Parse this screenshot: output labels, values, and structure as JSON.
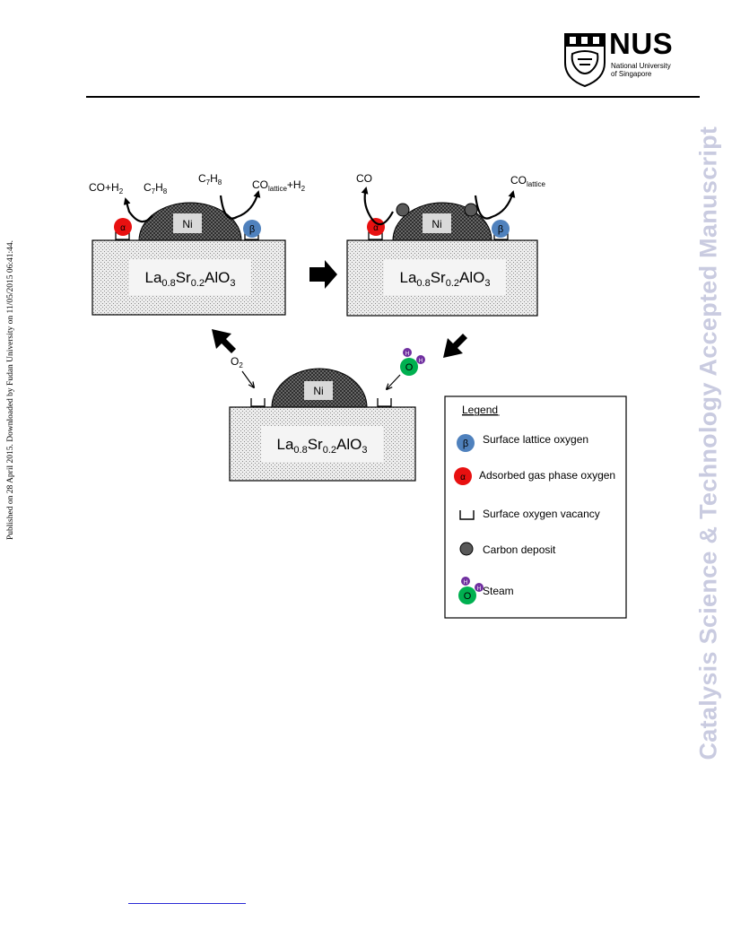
{
  "side_text_left": "Published on 28 April 2015. Downloaded by Fudan University on 11/05/2015 06:41:44.",
  "side_text_right": "Catalysis Science & Technology Accepted Manuscript",
  "logo": {
    "name": "NUS",
    "line1": "National University",
    "line2": "of Singapore"
  },
  "diagram": {
    "panel1": {
      "substrate": {
        "main1": "La",
        "sub1": "0.8",
        "main2": "Sr",
        "sub2": "0.2",
        "main3": "AlO",
        "sub3": "3"
      },
      "ni": "Ni",
      "alpha": "α",
      "beta": "β",
      "label_co_h2": {
        "a": "CO+H",
        "a_sub": "2"
      },
      "label_c7h8_left": {
        "a": "C",
        "a_sub": "7",
        "b": "H",
        "b_sub": "8"
      },
      "label_c7h8_right": {
        "a": "C",
        "a_sub": "7",
        "b": "H",
        "b_sub": "8"
      },
      "label_co_lattice_h2": {
        "a": "CO",
        "a_sub": "lattice",
        "b": "+H",
        "b_sub": "2"
      }
    },
    "panel2": {
      "substrate": {
        "main1": "La",
        "sub1": "0.8",
        "main2": "Sr",
        "sub2": "0.2",
        "main3": "AlO",
        "sub3": "3"
      },
      "ni": "Ni",
      "alpha": "α",
      "beta": "β",
      "label_co": "CO",
      "label_co_lattice": {
        "a": "CO",
        "a_sub": "lattice"
      }
    },
    "panel3": {
      "substrate": {
        "main1": "La",
        "sub1": "0.8",
        "main2": "Sr",
        "sub2": "0.2",
        "main3": "AlO",
        "sub3": "3"
      },
      "ni": "Ni",
      "label_o2": {
        "a": "O",
        "a_sub": "2"
      },
      "steam_o": "O",
      "steam_h": "H"
    },
    "legend": {
      "title": "Legend",
      "items": [
        {
          "symbol": "β",
          "label": "Surface lattice oxygen"
        },
        {
          "symbol": "α",
          "label": "Adsorbed gas phase oxygen"
        },
        {
          "symbol": "",
          "label": "Surface oxygen vacancy"
        },
        {
          "symbol": "",
          "label": "Carbon deposit"
        },
        {
          "symbol": "O",
          "label": "Steam"
        }
      ]
    }
  },
  "colors": {
    "alpha_red": "#e81010",
    "beta_blue": "#4f81bd",
    "carbon_gray": "#595959",
    "steam_green": "#00b050",
    "h_purple": "#7030a0",
    "watermark": "#c9cbe0"
  }
}
